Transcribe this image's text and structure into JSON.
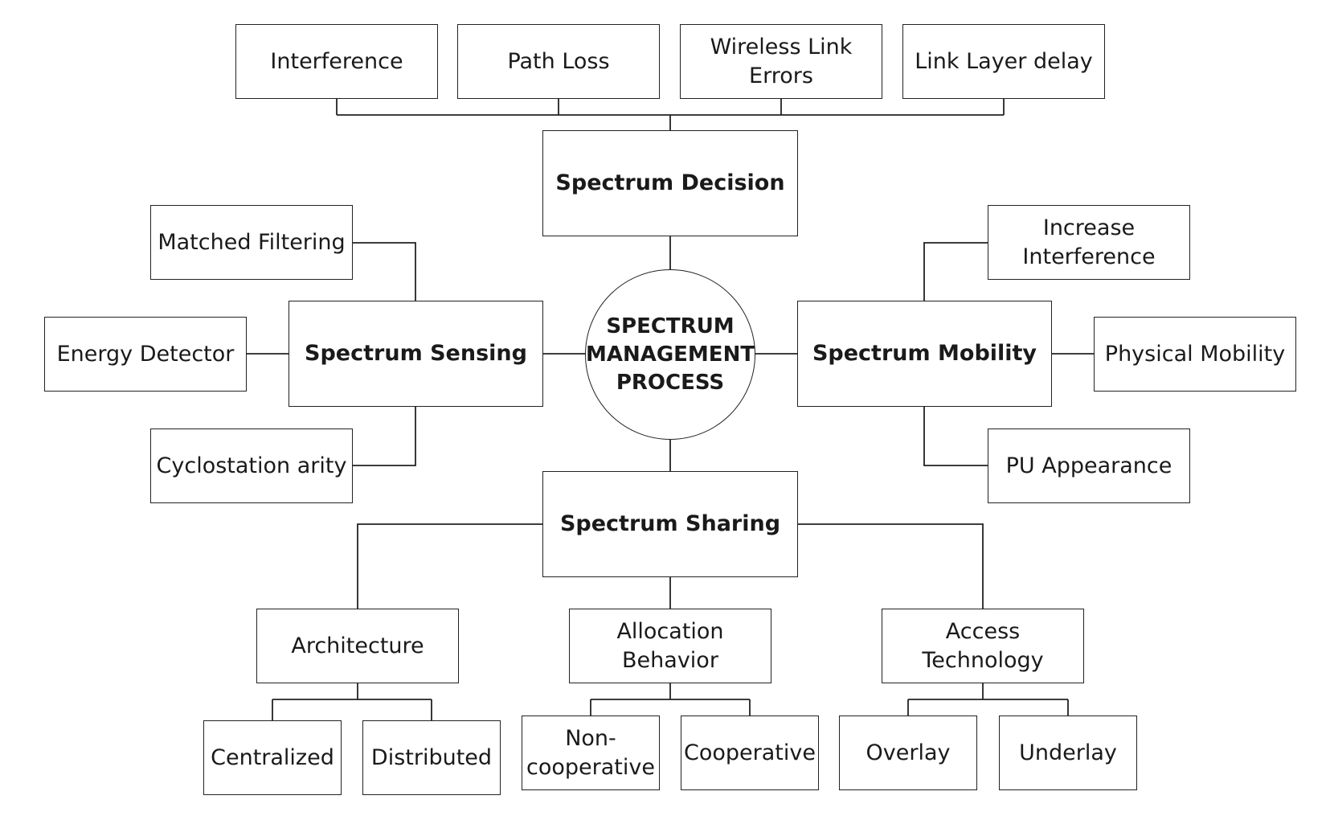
{
  "diagram": {
    "center": "SPECTRUM\nMANAGEMENT\nPROCESS",
    "decision": {
      "title": "Spectrum Decision",
      "factors": [
        "Interference",
        "Path Loss",
        "Wireless Link\nErrors",
        "Link Layer delay"
      ]
    },
    "sensing": {
      "title": "Spectrum Sensing",
      "methods": [
        "Matched Filtering",
        "Energy Detector",
        "Cyclostation arity"
      ]
    },
    "mobility": {
      "title": "Spectrum Mobility",
      "causes": [
        "Increase\nInterference",
        "Physical Mobility",
        "PU Appearance"
      ]
    },
    "sharing": {
      "title": "Spectrum Sharing",
      "architecture": {
        "label": "Architecture",
        "options": [
          "Centralized",
          "Distributed"
        ]
      },
      "allocation": {
        "label": "Allocation\nBehavior",
        "options": [
          "Non-\ncooperative",
          "Cooperative"
        ]
      },
      "access": {
        "label": "Access Technology",
        "options": [
          "Overlay",
          "Underlay"
        ]
      }
    }
  }
}
